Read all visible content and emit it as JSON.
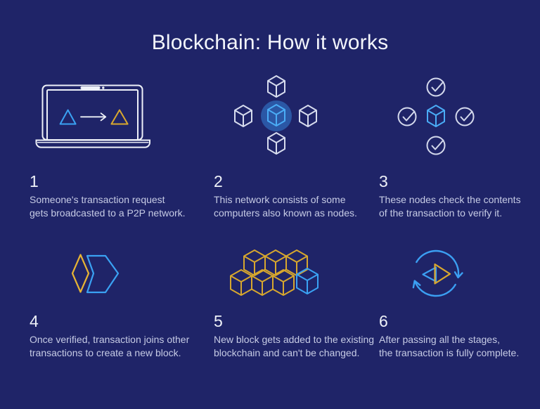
{
  "title": "Blockchain: How it works",
  "background_color": "#1f2468",
  "accent_colors": {
    "bright_blue": "#3aa2f3",
    "gold": "#d9a82e",
    "white_stroke": "#eef1f8",
    "muted_white_stroke": "#d7dcee",
    "glow_blue": "#2b57a5",
    "body_text": "#c6cbe5",
    "heading_text": "#f3f5fb"
  },
  "steps": [
    {
      "number": "1",
      "icon": "laptop-broadcast-icon",
      "line1": "Someone's transaction request",
      "line2": "gets broadcasted to a P2P network."
    },
    {
      "number": "2",
      "icon": "p2p-network-nodes-icon",
      "line1": "This network consists of some",
      "line2": "computers also known as nodes."
    },
    {
      "number": "3",
      "icon": "verification-checks-icon",
      "line1": "These nodes check the contents",
      "line2": "of the transaction to verify it."
    },
    {
      "number": "4",
      "icon": "transaction-joins-block-icon",
      "line1": "Once verified, transaction joins other",
      "line2": "transactions to create a new block."
    },
    {
      "number": "5",
      "icon": "blockchain-blocks-icon",
      "line1": "New block gets added to the existing",
      "line2": "blockchain and can't be changed."
    },
    {
      "number": "6",
      "icon": "cycle-complete-icon",
      "line1": "After passing all the stages,",
      "line2": "the transaction is fully complete."
    }
  ]
}
